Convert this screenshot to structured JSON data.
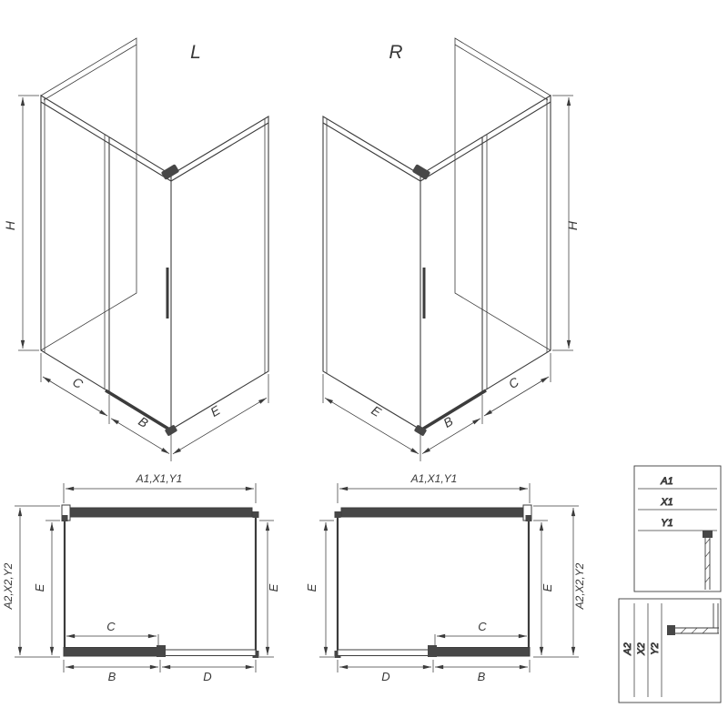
{
  "drawing": {
    "variant_left_label": "L",
    "variant_right_label": "R"
  },
  "iso_left": {
    "h_label": "H",
    "c_label": "C",
    "b_label": "B",
    "e_label": "E"
  },
  "iso_right": {
    "h_label": "H",
    "c_label": "C",
    "b_label": "B",
    "e_label": "E"
  },
  "plan_left": {
    "width_label": "A1,X1,Y1",
    "depth_overall_label": "A2,X2,Y2",
    "e_left_label": "E",
    "e_right_label": "E",
    "c_label": "C",
    "b_label": "B",
    "d_label": "D"
  },
  "plan_right": {
    "width_label": "A1,X1,Y1",
    "depth_overall_label": "A2,X2,Y2",
    "e_left_label": "E",
    "e_right_label": "E",
    "c_label": "C",
    "b_label": "B",
    "d_label": "D"
  },
  "detail_top": {
    "row1": "A1",
    "row2": "X1",
    "row3": "Y1"
  },
  "detail_bottom": {
    "col1": "A2",
    "col2": "X2",
    "col3": "Y2"
  },
  "colors": {
    "line": "#3c3c3c",
    "dark_fill": "#474747",
    "background": "#ffffff"
  }
}
